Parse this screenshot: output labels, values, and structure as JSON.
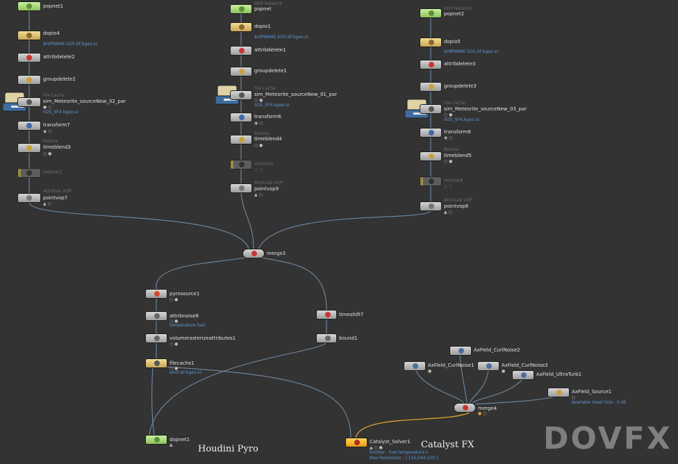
{
  "colors": {
    "background": "#333333",
    "wire": "#6f8aa6",
    "wire_highlight": "#d9a42a",
    "node_label": "#e2e2e2",
    "sub_label": "#5f98d6"
  },
  "branch_left": {
    "popnet": {
      "name": "popnet1"
    },
    "dopio": {
      "name": "dopio4",
      "sub": "$HIPNAME.SOS.SF.bgeo.sc"
    },
    "attribdelete": {
      "name": "attribdelete2"
    },
    "groupdelete": {
      "name": "groupdelete2"
    },
    "filecache": {
      "type": "File Cache",
      "name": "sim_Meteorite_sourceNew_02_par",
      "sub": "SOS_SF4.bgeo.sc"
    },
    "transform": {
      "name": "transform7"
    },
    "timeblend": {
      "type": "Retime",
      "name": "timeblend3"
    },
    "retime": {
      "name": "retime2"
    },
    "pointvop": {
      "type": "Attribute VOP",
      "name": "pointvop7"
    }
  },
  "branch_mid": {
    "popnet": {
      "type": "DOP Network",
      "name": "popnet"
    },
    "dopio": {
      "name": "dopio1",
      "sub": "$HIPNAME.SOS.SF.bgeo.sc"
    },
    "attribdelete": {
      "name": "attribdelete1"
    },
    "groupdelete": {
      "name": "groupdelete1"
    },
    "filecache": {
      "type": "File Cache",
      "name": "sim_Meteorite_sourceNew_01_par",
      "sub": "SOS_SF4.bgeo.sc"
    },
    "transform": {
      "name": "transform6"
    },
    "timeblend": {
      "type": "Retime",
      "name": "timeblend4"
    },
    "retime": {
      "name": "retime3"
    },
    "pointvop": {
      "type": "Attribute VOP",
      "name": "pointvop9"
    }
  },
  "branch_right": {
    "popnet": {
      "type": "DOP Network",
      "name": "popnet2"
    },
    "dopio": {
      "name": "dopio5",
      "sub": "$HIPNAME.SOS.SF.bgeo.sc"
    },
    "attribdelete": {
      "name": "attribdelete3"
    },
    "groupdelete": {
      "name": "groupdelete3"
    },
    "filecache": {
      "type": "File Cache",
      "name": "sim_Meteorite_sourceNew_03_par",
      "sub": "SOS_SF4.bgeo.sc"
    },
    "transform": {
      "name": "transform8"
    },
    "timeblend": {
      "type": "Retime",
      "name": "timeblend5"
    },
    "retime": {
      "name": "retime4"
    },
    "pointvop": {
      "type": "Attribute VOP",
      "name": "pointvop8"
    }
  },
  "merge3": {
    "name": "merge3"
  },
  "pyro": {
    "pyrosource": {
      "name": "pyrosource1"
    },
    "attribnoise": {
      "name": "attribnoise6",
      "sub": "temperature fuel"
    },
    "volumerasterize": {
      "name": "volumerasterizeattributes1"
    },
    "filecache": {
      "name": "filecache1",
      "sub": "emit.$F.bgeo.sc"
    },
    "timeshift": {
      "name": "timeshift7"
    },
    "bound": {
      "name": "bound1"
    },
    "dopnet": {
      "name": "dopnet1"
    }
  },
  "catalyst": {
    "curlnoise2": {
      "name": "AxField_CurlNoise2"
    },
    "curlnoise1": {
      "name": "AxField_CurlNoise1"
    },
    "curlnoise3": {
      "name": "AxField_CurlNoise3"
    },
    "ultraturb": {
      "name": "AxField_UltraTurb1"
    },
    "source": {
      "name": "AxField_Source1",
      "sub": "Available Voxel Size : 0.45"
    },
    "merge4": {
      "name": "merge4"
    },
    "solver": {
      "name": "Catalyst_Solver1",
      "sub1": "Emitter : fuel temperature v",
      "sub2": "Max Resolution : [ 116,544,100 ]"
    }
  },
  "captions": {
    "pyro": "Houdini Pyro",
    "catalyst": "Catalyst FX"
  },
  "logo": {
    "text": "DOVFX"
  }
}
